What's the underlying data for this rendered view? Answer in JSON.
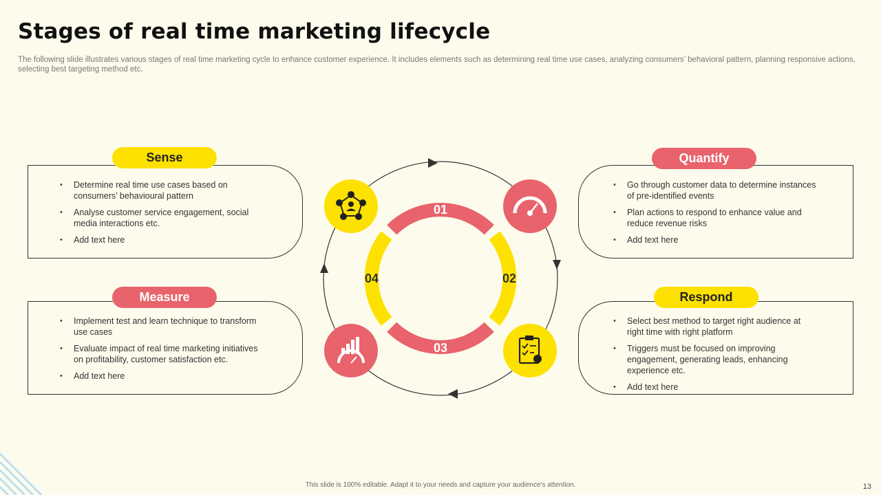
{
  "title": "Stages of real time marketing lifecycle",
  "subtitle": "The following slide illustrates various stages of real time marketing cycle to enhance customer experience. It includes elements such as determining real time use cases, analyzing consumers’ behavioral pattern, planning responsive actions, selecting best targeting method etc.",
  "colors": {
    "yellow": "#fde100",
    "red": "#e8636c",
    "background": "#fdfbec"
  },
  "stages": {
    "sense": {
      "label": "Sense",
      "bullets": [
        "Determine real time use cases based on consumers’ behavioural pattern",
        "Analyse customer service engagement, social media interactions etc.",
        "Add text here"
      ],
      "icon": "audience-network-icon"
    },
    "quantify": {
      "label": "Quantify",
      "bullets": [
        "Go through customer data to determine instances of pre-identified events",
        "Plan actions to respond to enhance value and reduce revenue risks",
        "Add text here"
      ],
      "icon": "speedometer-icon"
    },
    "measure": {
      "label": "Measure",
      "bullets": [
        "Implement test and learn technique to transform use cases",
        "Evaluate impact of real time marketing initiatives on profitability, customer satisfaction etc.",
        "Add text here"
      ],
      "icon": "performance-chart-icon"
    },
    "respond": {
      "label": "Respond",
      "bullets": [
        "Select best method to target right audience at right time with right platform",
        "Triggers must be focused on improving engagement, generating leads, enhancing experience etc.",
        "Add text here"
      ],
      "icon": "clipboard-checklist-icon"
    }
  },
  "cycle": {
    "n1": "01",
    "n2": "02",
    "n3": "03",
    "n4": "04"
  },
  "footer": "This slide is 100% editable. Adapt it to your needs and capture your audience's attention.",
  "page_number": "13"
}
